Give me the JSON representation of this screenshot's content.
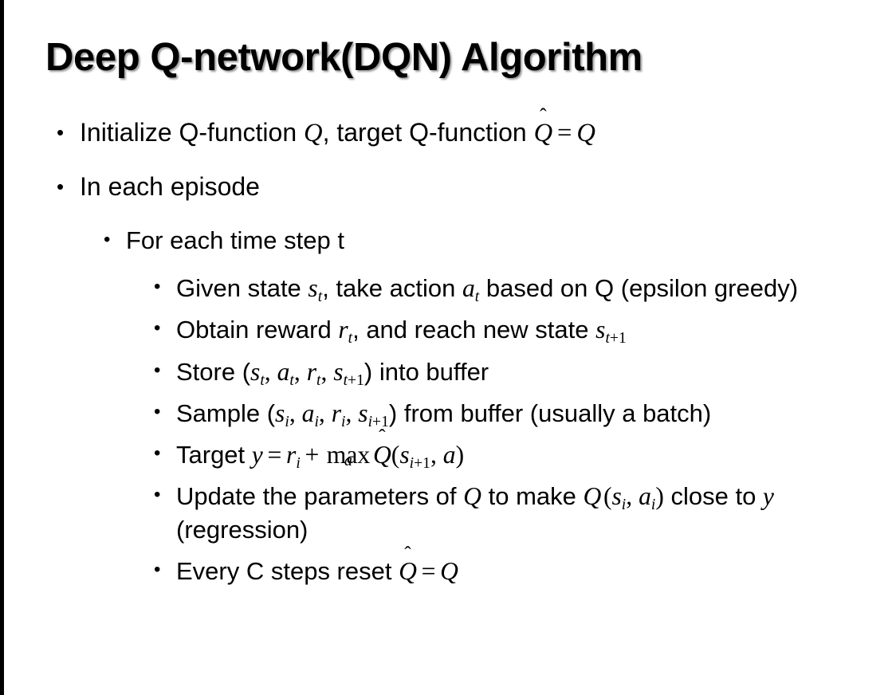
{
  "slide": {
    "title": "Deep Q-network(DQN) Algorithm",
    "background_color": "#ffffff",
    "text_color": "#000000",
    "bullet_glyph": "•",
    "content": {
      "b1": {
        "level": 1,
        "pre": "Initialize Q-function ",
        "math1": "Q",
        "mid": ", target Q-function ",
        "math2_hat": "Q",
        "math2_eq": "=",
        "math2_rhs": "Q",
        "plain": "Initialize Q-function Q, target Q-function Q̂ = Q"
      },
      "b2": {
        "level": 1,
        "text": "In each episode"
      },
      "b3": {
        "level": 2,
        "text": "For each time step t"
      },
      "b4": {
        "level": 3,
        "pre": "Given state ",
        "m1_base": "s",
        "m1_sub": "t",
        "mid": ", take action ",
        "m2_base": "a",
        "m2_sub": "t",
        "post": " based on Q (epsilon greedy)",
        "plain": "Given state s_t, take action a_t based on Q (epsilon greedy)"
      },
      "b5": {
        "level": 3,
        "pre": "Obtain reward ",
        "m1_base": "r",
        "m1_sub": "t",
        "mid": ", and reach new state ",
        "m2_base": "s",
        "m2_sub": "t+1",
        "post": "",
        "plain": "Obtain reward r_t, and reach new state s_{t+1}"
      },
      "b6": {
        "level": 3,
        "pre": "Store (",
        "items": [
          "s_t",
          "a_t",
          "r_t",
          "s_{t+1}"
        ],
        "post": ") into buffer",
        "plain": "Store (s_t, a_t, r_t, s_{t+1}) into buffer"
      },
      "b7": {
        "level": 3,
        "pre": "Sample (",
        "items": [
          "s_i",
          "a_i",
          "r_i",
          "s_{i+1}"
        ],
        "post": ") from buffer (usually a batch)",
        "plain": "Sample (s_i, a_i, r_i, s_{i+1}) from buffer (usually a batch)"
      },
      "b8": {
        "level": 3,
        "pre": "Target ",
        "lhs": "y",
        "eq": "=",
        "r_base": "r",
        "r_sub": "i",
        "plus": "+",
        "max_op": "max",
        "max_lim": "a",
        "qhat": "Q",
        "arg1_base": "s",
        "arg1_sub": "i+1",
        "arg2": "a",
        "plain": "Target y = r_i + max_a Q̂(s_{i+1}, a)"
      },
      "b9": {
        "level": 3,
        "pre": "Update the parameters of ",
        "m1": "Q",
        "mid": " to make ",
        "m2": "Q",
        "arg1_base": "s",
        "arg1_sub": "i",
        "arg2_base": "a",
        "arg2_sub": "i",
        "post": " close to ",
        "m3": "y",
        "tail": " (regression)",
        "plain": "Update the parameters of Q to make Q(s_i, a_i) close to y (regression)"
      },
      "b10": {
        "level": 3,
        "pre": "Every C steps reset ",
        "qhat": "Q",
        "eq": "=",
        "rhs": "Q",
        "plain": "Every C steps reset Q̂ = Q"
      }
    }
  }
}
